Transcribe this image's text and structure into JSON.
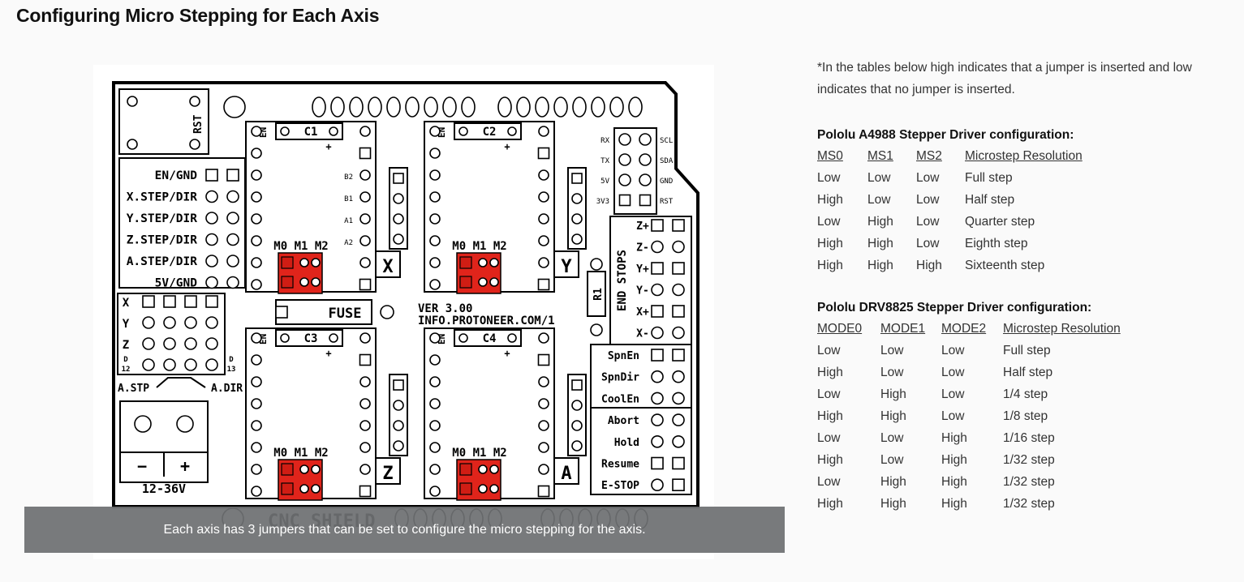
{
  "page": {
    "title": "Configuring Micro Stepping for Each Axis",
    "caption": "Each axis has 3 jumpers that can be set to configure the micro stepping for the axis."
  },
  "note": "*In the tables below high indicates that a jumper is inserted and low indicates that no jumper is inserted.",
  "a4988": {
    "title": "Pololu A4988 Stepper Driver configuration:",
    "headers": [
      "MS0",
      "MS1",
      "MS2",
      "Microstep Resolution"
    ],
    "rows": [
      [
        "Low",
        "Low",
        "Low",
        "Full step"
      ],
      [
        "High",
        "Low",
        "Low",
        "Half step"
      ],
      [
        "Low",
        "High",
        "Low",
        "Quarter step"
      ],
      [
        "High",
        "High",
        "Low",
        "Eighth step"
      ],
      [
        "High",
        "High",
        "High",
        "Sixteenth step"
      ]
    ]
  },
  "drv8825": {
    "title": "Pololu DRV8825 Stepper Driver configuration:",
    "headers": [
      "MODE0",
      "MODE1",
      "MODE2",
      "Microstep Resolution"
    ],
    "rows": [
      [
        "Low",
        "Low",
        "Low",
        "Full step"
      ],
      [
        "High",
        "Low",
        "Low",
        "Half step"
      ],
      [
        "Low",
        "High",
        "Low",
        "1/4 step"
      ],
      [
        "High",
        "High",
        "Low",
        "1/8 step"
      ],
      [
        "Low",
        "Low",
        "High",
        "1/16 step"
      ],
      [
        "High",
        "Low",
        "High",
        "1/32 step"
      ],
      [
        "Low",
        "High",
        "High",
        "1/32 step"
      ],
      [
        "High",
        "High",
        "High",
        "1/32 step"
      ]
    ]
  },
  "board": {
    "rst": "RST",
    "left_labels": [
      "EN/GND",
      "X.STEP/DIR",
      "Y.STEP/DIR",
      "Z.STEP/DIR",
      "A.STEP/DIR",
      "5V/GND"
    ],
    "drivers": [
      {
        "cap": "C1",
        "axis": "X"
      },
      {
        "cap": "C2",
        "axis": "Y"
      },
      {
        "cap": "C3",
        "axis": "Z"
      },
      {
        "cap": "C4",
        "axis": "A"
      }
    ],
    "en": "EN",
    "plus": "+",
    "jumper_labels": "M0 M1 M2",
    "b_pins": [
      "B2",
      "B1",
      "A1",
      "A2"
    ],
    "xyz_labels": [
      "X",
      "Y",
      "Z"
    ],
    "d12": "D\n12",
    "d12_top": "D",
    "d12_bottom": "12",
    "d13_top": "D",
    "d13_bottom": "13",
    "a_stp": "A.STP",
    "a_dir": "A.DIR",
    "fuse": "FUSE",
    "version": "VER 3.00",
    "url": "INFO.PROTONEER.COM/1",
    "r1": "R1",
    "power_minus": "−",
    "power_plus": "+",
    "voltage": "12-36V",
    "i2c_left": [
      "RX",
      "TX",
      "5V",
      "3V3"
    ],
    "i2c_right": [
      "SCL",
      "SDA",
      "GND",
      "RST"
    ],
    "endstops_title": "END STOPS",
    "endstops": [
      "Z+",
      "Z-",
      "Y+",
      "Y-",
      "X+",
      "X-"
    ],
    "controls": [
      "SpnEn",
      "SpnDir",
      "CoolEn",
      "Abort",
      "Hold",
      "Resume",
      "E-STOP"
    ],
    "shield_name": "CNC SHIELD"
  }
}
